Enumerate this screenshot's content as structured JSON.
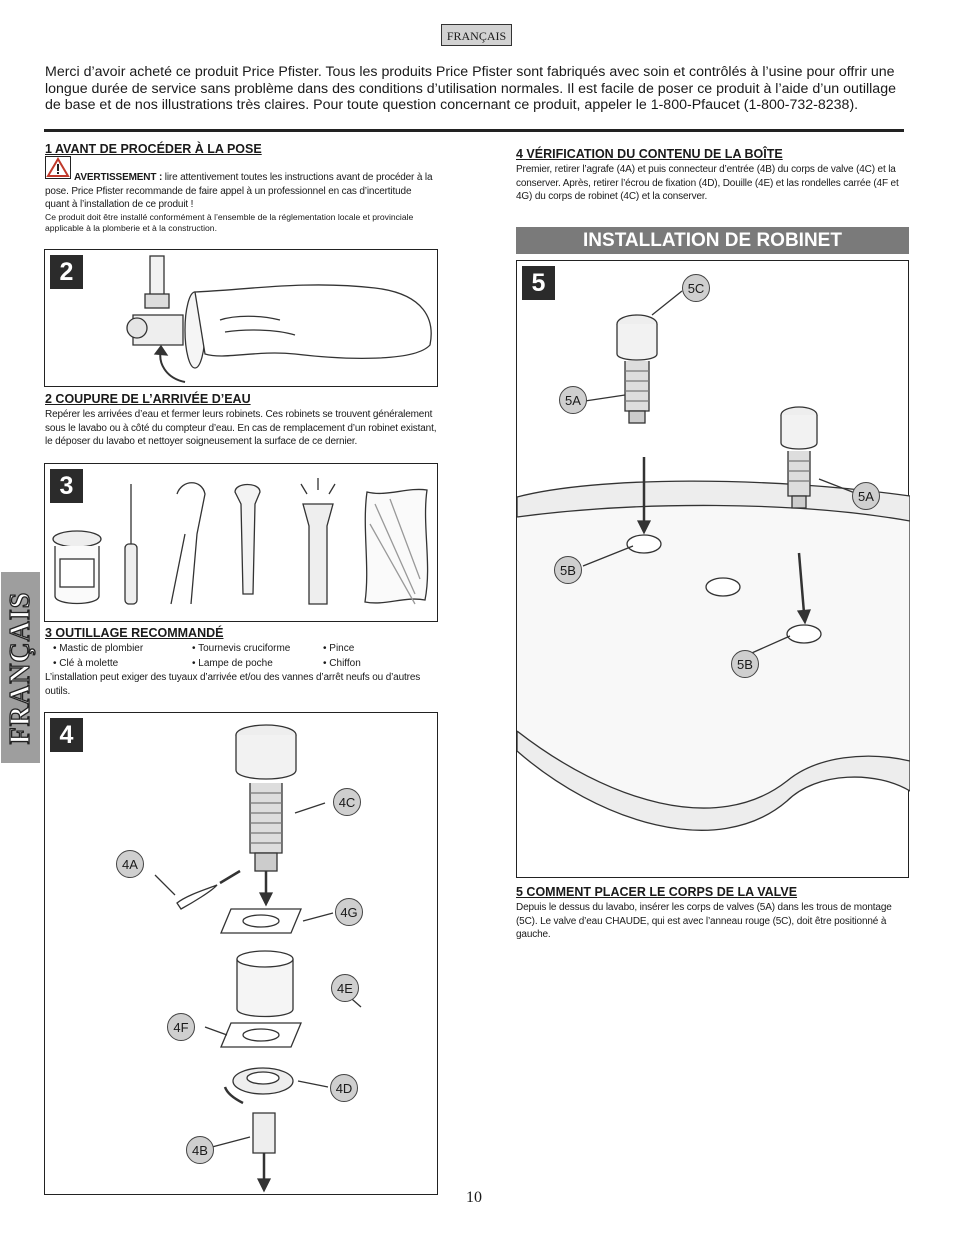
{
  "language_tag": "FRANÇAIS",
  "intro": "Merci d’avoir acheté ce produit Price Pfister. Tous les produits Price Pfister sont fabriqués avec soin et contrôlés à l’usine pour offrir une longue durée de service sans problème dans des conditions d’utilisation normales. Il est facile de poser ce produit à l’aide d’un outillage de base et de nos illustrations très claires. Pour toute question concernant ce produit, appeler le 1-800-Pfaucet (1-800-732-8238).",
  "section1": {
    "heading": "1  AVANT DE PROCÉDER À LA POSE",
    "warning_label": "AVERTISSEMENT :",
    "warning_text": " lire attentivement toutes les instructions avant de procéder à la pose. Price Pfister recommande de faire appel à un professionnel en cas d’incertitude quant à l’installation de ce produit !",
    "note": "Ce produit doit être installé conformément à l’ensemble de la réglementation locale et provinciale applicable à la plomberie et à la construction."
  },
  "figures": {
    "fig2": "2",
    "fig3": "3",
    "fig4": "4",
    "fig5": "5"
  },
  "section2": {
    "heading": "2  COUPURE DE L’ARRIVÉE D’EAU",
    "text": "Repérer les arrivées d’eau et fermer leurs robinets. Ces robinets se trouvent généralement sous le lavabo ou à côté du compteur d’eau. En cas de remplacement d’un robinet existant, le déposer du lavabo et nettoyer soigneusement la surface de ce dernier."
  },
  "section3": {
    "heading": "3  OUTILLAGE RECOMMANDÉ",
    "tools_col1": [
      "• Mastic de plombier",
      "• Clé à molette"
    ],
    "tools_col2": [
      "• Tournevis cruciforme",
      "• Lampe de poche"
    ],
    "tools_col3": [
      "• Pince",
      "• Chiffon"
    ],
    "note": "L’installation peut exiger des tuyaux d’arrivée et/ou des vannes d’arrêt neufs ou d’autres outils."
  },
  "fig4_callouts": {
    "c4c": "4C",
    "c4a": "4A",
    "c4g": "4G",
    "c4e": "4E",
    "c4f": "4F",
    "c4d": "4D",
    "c4b": "4B"
  },
  "section4": {
    "heading": "4  VÉRIFICATION DU CONTENU DE LA BOÎTE",
    "text": "Premier, retirer l’agrafe (4A) et puis connecteur d’entrée (4B) du corps de valve (4C) et la conserver.  Après, retirer l’écrou de fixation (4D), Douille (4E) et las rondelles carrée (4F et 4G) du corps de robinet (4C) et la conserver."
  },
  "banner": "INSTALLATION DE ROBINET",
  "fig5_callouts": {
    "c5c": "5C",
    "c5a1": "5A",
    "c5a2": "5A",
    "c5b1": "5B",
    "c5b2": "5B"
  },
  "section5": {
    "heading": "5  COMMENT PLACER LE CORPS DE LA VALVE",
    "text": "Depuis le dessus du lavabo, insérer les corps de valves (5A) dans les trous de montage (5C). Le valve d’eau CHAUDE, qui est avec l’anneau rouge (5C), doit être positionné à gauche."
  },
  "sidebar_label": "FRANÇAIS",
  "page_number": "10"
}
